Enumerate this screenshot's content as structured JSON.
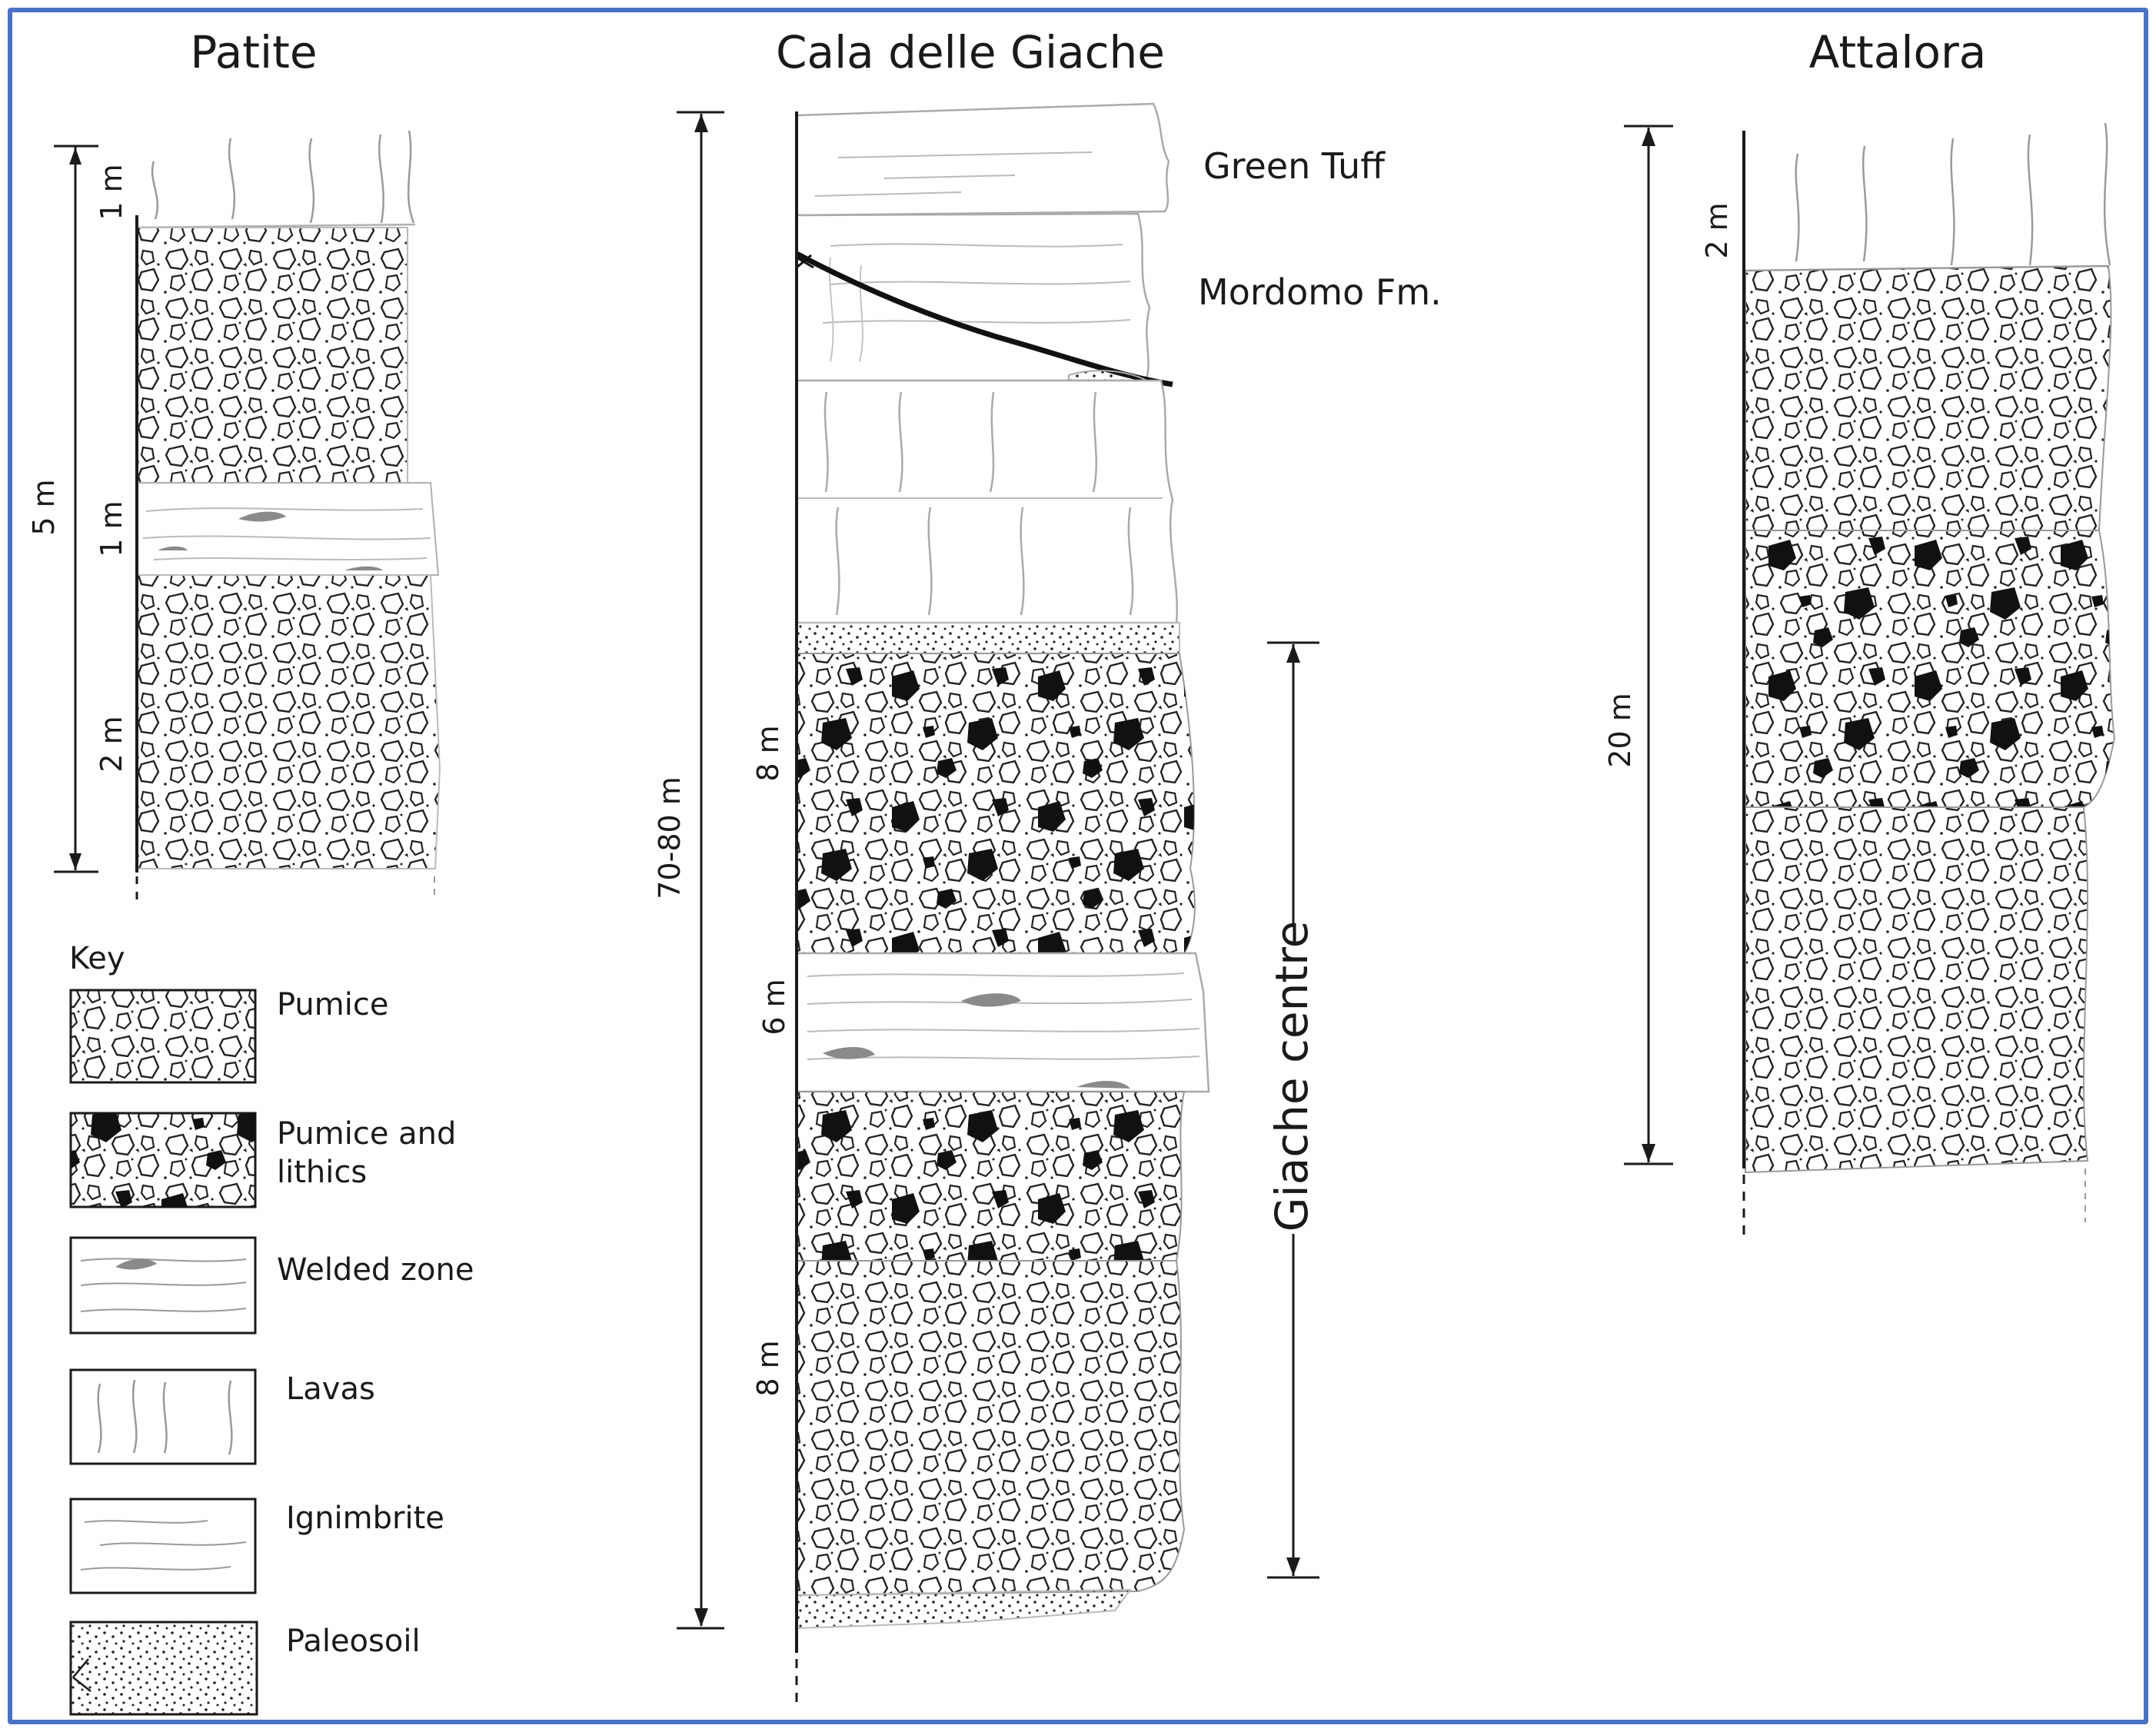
{
  "columns": [
    {
      "title": "Patite"
    },
    {
      "title": "Cala delle Giache"
    },
    {
      "title": "Attalora"
    }
  ],
  "patite": {
    "thickness_total": "5 m",
    "layer_lavas": "1 m",
    "layer_welded": "1 m",
    "layer_pumice_lower": "2 m"
  },
  "giache": {
    "thickness_total": "70-80 m",
    "unit_upper": "Green Tuff",
    "unit_mordomo": "Mordomo Fm.",
    "layer_upper": "8 m",
    "layer_welded": "6 m",
    "layer_lower": "8 m",
    "section_label": "Giache centre"
  },
  "attalora": {
    "layer_lavas": "2 m",
    "thickness_total": "20 m"
  },
  "key": {
    "title": "Key",
    "items": [
      {
        "id": "pumice",
        "label_line1": "Pumice",
        "label_line2": ""
      },
      {
        "id": "pumice-lithics",
        "label_line1": "Pumice and",
        "label_line2": "lithics"
      },
      {
        "id": "welded",
        "label_line1": "Welded zone",
        "label_line2": ""
      },
      {
        "id": "lavas",
        "label_line1": "Lavas",
        "label_line2": ""
      },
      {
        "id": "ignimbrite",
        "label_line1": "Ignimbrite",
        "label_line2": ""
      },
      {
        "id": "paleosoil",
        "label_line1": "Paleosoil",
        "label_line2": ""
      }
    ]
  },
  "colors": {
    "border": "#4a72c4",
    "ink": "#1a1a1a",
    "weld": "#8a8a8a",
    "faint": "#9a9a9a"
  }
}
